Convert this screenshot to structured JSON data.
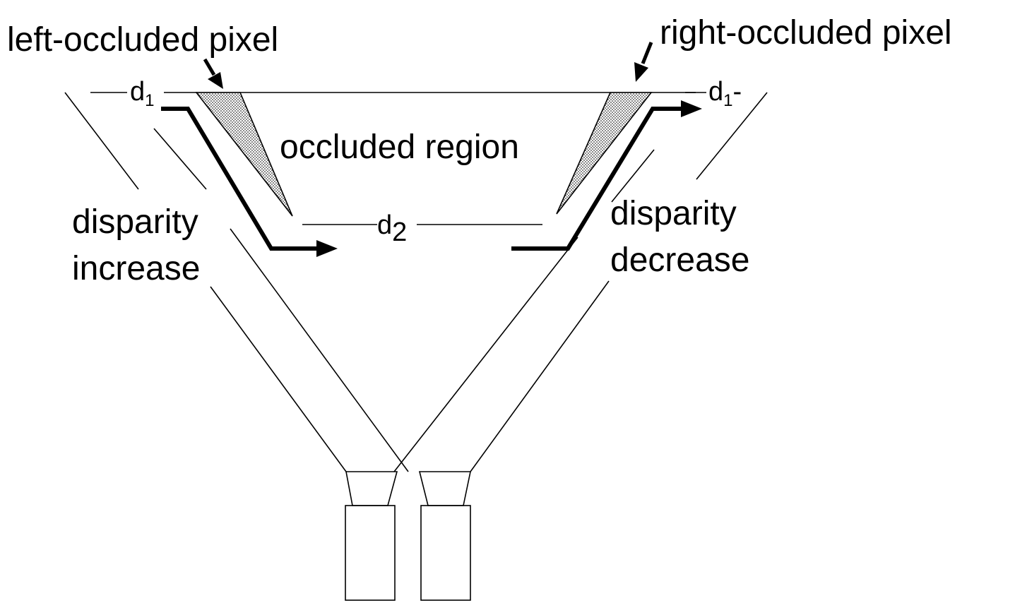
{
  "labels": {
    "left_occluded": "left-occluded pixel",
    "right_occluded": "right-occluded pixel",
    "occluded_region": "occluded region",
    "d1_left": "d",
    "d1_left_sub": "1",
    "d1_right": "d",
    "d1_right_sub": "1",
    "d1_right_suffix": "-",
    "d2": "d",
    "d2_sub": "2",
    "disparity_increase_1": "disparity",
    "disparity_increase_2": "increase",
    "disparity_decrease_1": "disparity",
    "disparity_decrease_2": "decrease"
  }
}
